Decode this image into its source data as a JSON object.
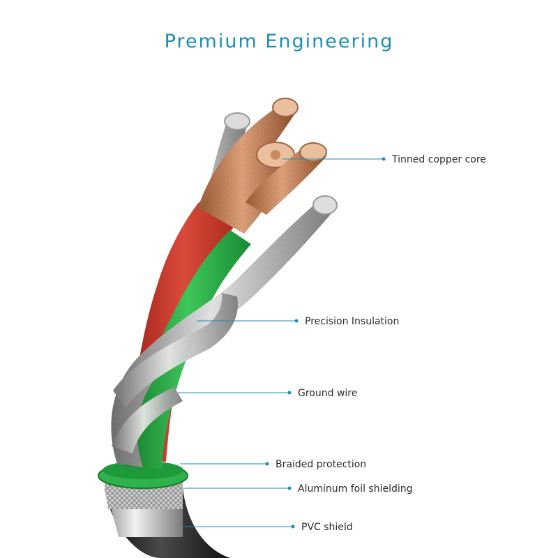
{
  "title": "Premium Engineering",
  "accent_color": "#1a8fb5",
  "callouts": [
    {
      "label": "Tinned copper core"
    },
    {
      "label": "Precision Insulation"
    },
    {
      "label": "Ground wire"
    },
    {
      "label": "Braided protection"
    },
    {
      "label": "Aluminum foil shielding"
    },
    {
      "label": "PVC shield"
    }
  ]
}
